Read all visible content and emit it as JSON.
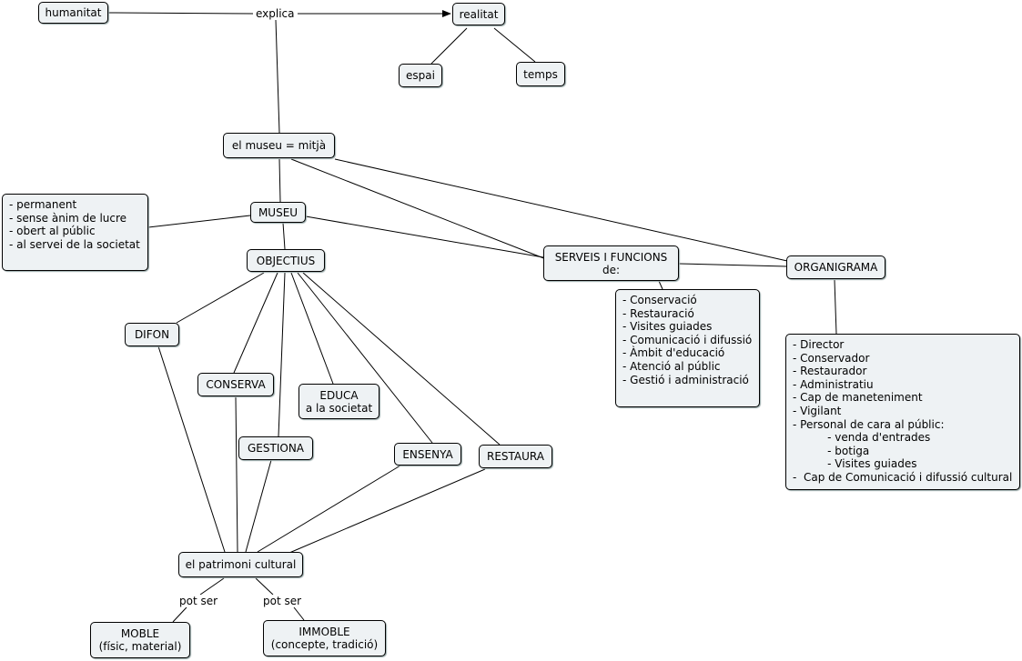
{
  "nodes": {
    "humanitat": "humanitat",
    "realitat": "realitat",
    "espai": "espai",
    "temps": "temps",
    "museu_mitja": "el museu = mitjà",
    "museu": "MUSEU",
    "objectius": "OBJECTIUS",
    "difon": "DIFON",
    "conserva": "CONSERVA",
    "educa": [
      "EDUCA",
      "a la societat"
    ],
    "gestiona": "GESTIONA",
    "ensenya": "ENSENYA",
    "restaura": "RESTAURA",
    "patrimoni": "el patrimoni cultural",
    "moble": [
      "MOBLE",
      "(físic, material)"
    ],
    "immoble": [
      "IMMOBLE",
      "(concepte, tradició)"
    ],
    "serveis": [
      "SERVEIS I FUNCIONS",
      "de:"
    ],
    "organigrama": "ORGANIGRAMA"
  },
  "lists": {
    "museu_props": [
      "- permanent",
      "- sense ànim de lucre",
      "- obert al públic",
      "- al servei de la societat"
    ],
    "serveis_items": [
      "- Conservació",
      "- Restauració",
      "- Visites guiades",
      "- Comunicació i difussió",
      "- Àmbit d'educació",
      "- Atenció al públic",
      "- Gestió i administració"
    ],
    "organigrama_items": [
      "- Director",
      "- Conservador",
      "- Restaurador",
      "- Administratiu",
      "- Cap de maneteniment",
      "- Vigilant",
      "- Personal de cara al públic:",
      "          - venda d'entrades",
      "          - botiga",
      "          - Visites guiades",
      "-  Cap de Comunicació i difussió cultural"
    ]
  },
  "link_labels": {
    "explica": "explica",
    "pot_ser_1": "pot ser",
    "pot_ser_2": "pot ser"
  }
}
